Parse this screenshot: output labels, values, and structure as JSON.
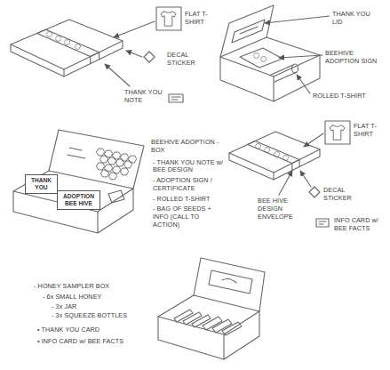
{
  "diagram": {
    "nodes": [
      {
        "text": [
          "ADOPTION BEE HIVE"
        ]
      },
      {
        "text": [
          "THANK YOU"
        ]
      }
    ],
    "labels": [
      "FLAT T-SHIRT",
      "DECAL STICKER",
      "THANK YOU NOTE",
      "THANK YOU LID",
      "BEEHIVE ADOPTION SIGN",
      "ROLLED T-SHIRT",
      "BEEHIVE ADOPTION - BOX",
      "- THANK YOU NOTE w/ BEE DESIGN",
      "- ADOPTION SIGN / CERTIFICATE",
      "- ROLLED T-SHIRT",
      "- BAG OF SEEDS + INFO (CALL TO ACTION)",
      "FLAT T-SHIRT",
      "DECAL STICKER",
      "BEE HIVE DESIGN ENVELOPE",
      "INFO CARD w/ BEE FACTS",
      "- HONEY SAMPLER BOX",
      "- 6x SMALL HONEY",
      "- 3x JAR",
      "- 3x SQUEEZE BOTTLES",
      "• THANK YOU CARD",
      "• INFO CARD w/ BEE FACTS"
    ]
  }
}
